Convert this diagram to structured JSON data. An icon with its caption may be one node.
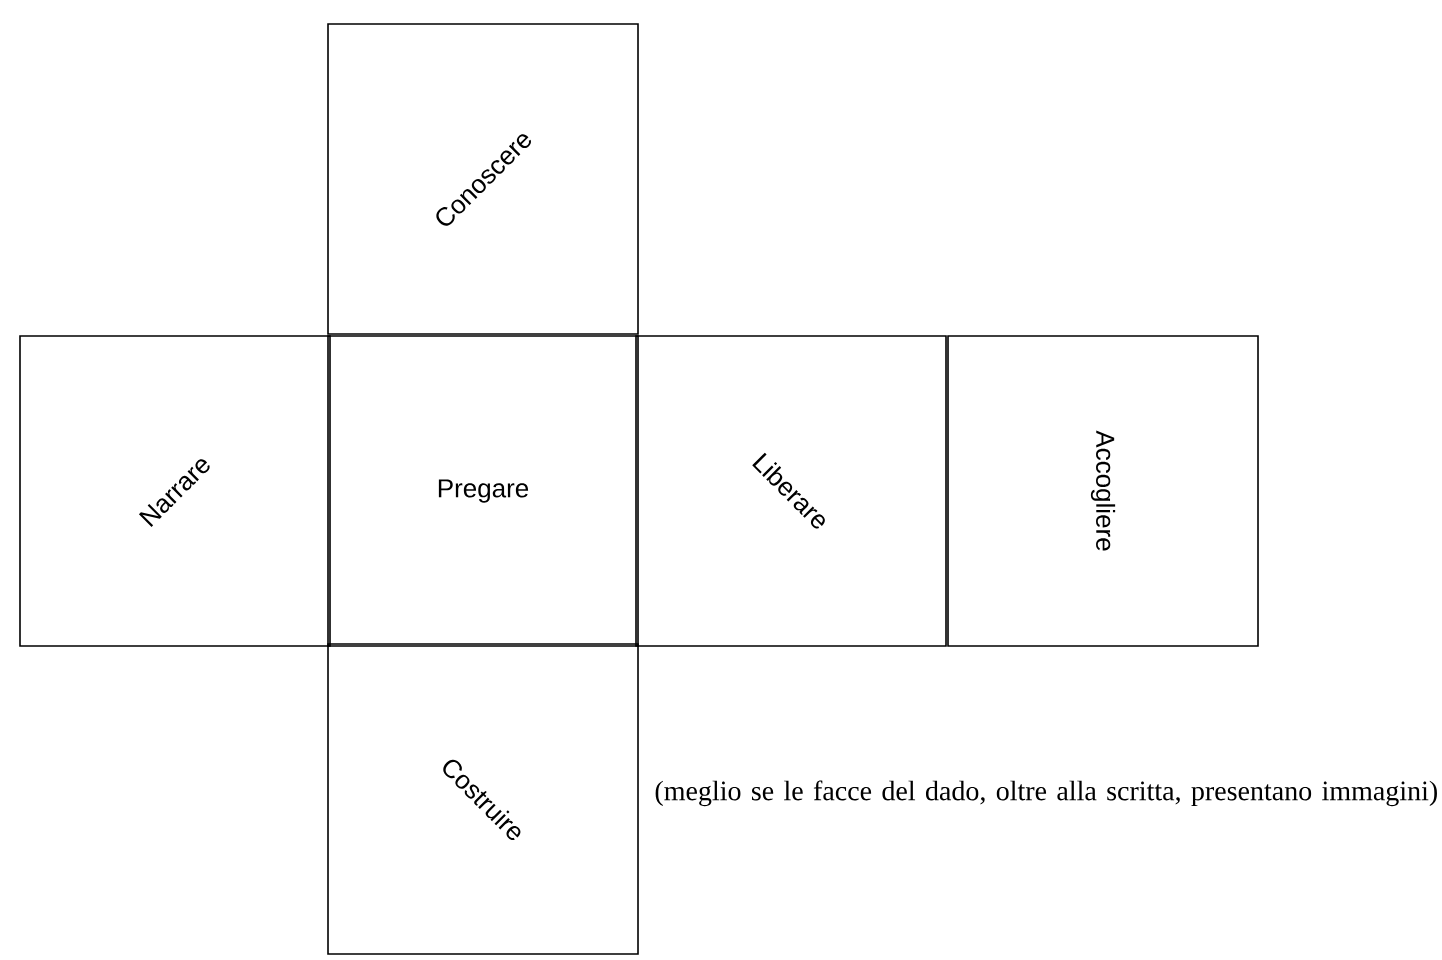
{
  "diagram": {
    "nodes": [
      {
        "text": [
          "Conoscere"
        ]
      },
      {
        "text": [
          "Narrare"
        ]
      },
      {
        "text": [
          "Pregare"
        ]
      },
      {
        "text": [
          "Liberare"
        ]
      },
      {
        "text": [
          "Accogliere"
        ]
      },
      {
        "text": [
          "Costruire"
        ]
      }
    ],
    "labels": [
      "(meglio se le facce del dado, oltre alla scritta, presentano immagini)"
    ]
  }
}
